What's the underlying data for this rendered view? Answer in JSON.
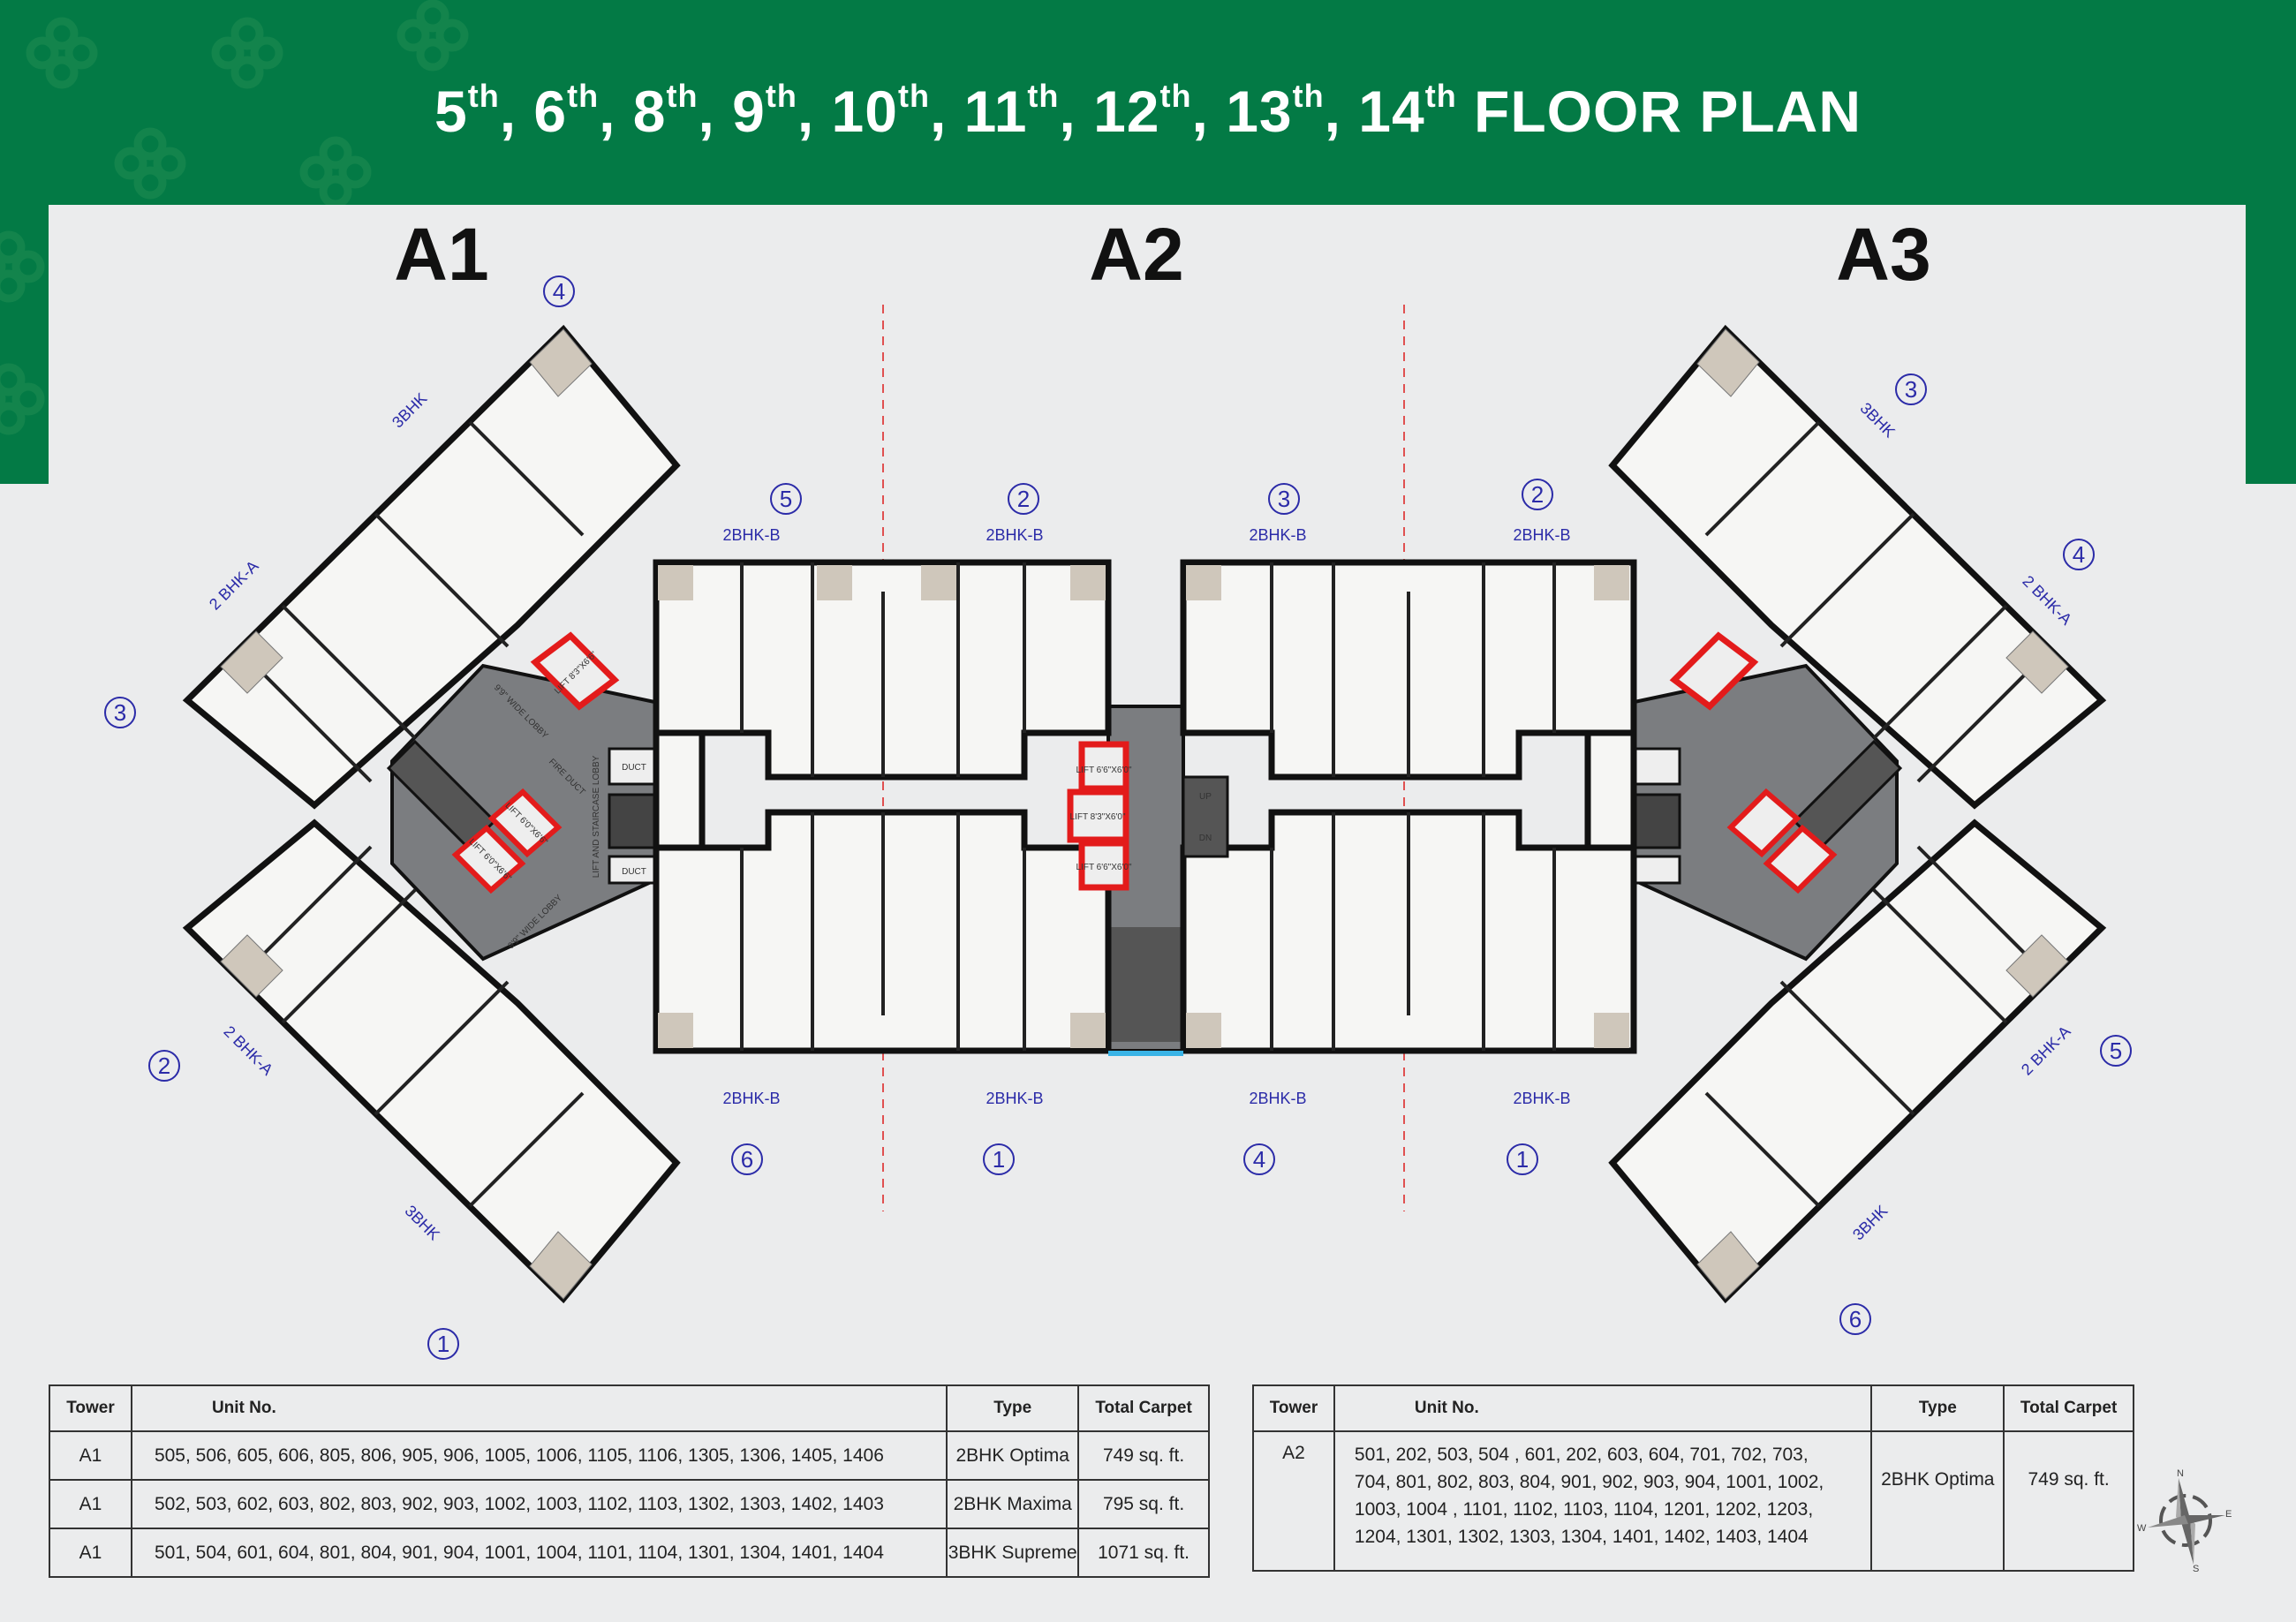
{
  "header": {
    "title_floors": [
      {
        "n": "5",
        "sup": "th"
      },
      {
        "n": "6",
        "sup": "th"
      },
      {
        "n": "8",
        "sup": "th"
      },
      {
        "n": "9",
        "sup": "th"
      },
      {
        "n": "10",
        "sup": "th"
      },
      {
        "n": "11",
        "sup": "th"
      },
      {
        "n": "12",
        "sup": "th"
      },
      {
        "n": "13",
        "sup": "th"
      },
      {
        "n": "14",
        "sup": "th"
      }
    ],
    "title_suffix": "FLOOR PLAN"
  },
  "towers": [
    "A1",
    "A2",
    "A3"
  ],
  "plan_labels": {
    "a1": {
      "u4": "4",
      "u5": "5",
      "u3": "3",
      "u2": "2",
      "u6": "6",
      "u1": "1",
      "type_top": "3BHK",
      "type_upper": "2 BHK-A",
      "type_lower": "2 BHK-A",
      "type_bottom": "3BHK"
    },
    "a2": {
      "top": [
        "2",
        "3",
        "2"
      ],
      "top_left": "5",
      "bottom": [
        "6",
        "1",
        "4",
        "1"
      ],
      "type": "2BHK-B"
    },
    "a3": {
      "u3": "3",
      "u4": "4",
      "u5": "5",
      "u6": "6",
      "type_top": "3BHK",
      "type_upper": "2 BHK-A",
      "type_lower": "2 BHK-A",
      "type_bottom": "3BHK"
    },
    "core": {
      "lift_big": "LIFT 8'3\"X6'6\"",
      "lift_small": "LIFT 6'0\"X6'6\"",
      "lift_a2": "LIFT 6'6\"X6'0\"",
      "lift_a2_mid": "LIFT 8'3\"X6'0\"",
      "lobby": "9'9\" WIDE LOBBY",
      "core_lobby": "LIFT AND STAIRCASE LOBBY",
      "duct": "DUCT",
      "fire_duct": "FIRE DUCT",
      "up": "UP",
      "dn": "DN"
    }
  },
  "table_a1": {
    "headers": [
      "Tower",
      "Unit No.",
      "Type",
      "Total Carpet"
    ],
    "rows": [
      {
        "tower": "A1",
        "units": "505, 506, 605, 606, 805, 806,  905, 906, 1005, 1006,  1105, 1106,  1305, 1306, 1405, 1406",
        "type": "2BHK Optima",
        "carpet": "749 sq. ft."
      },
      {
        "tower": "A1",
        "units": "502, 503, 602, 603, 802, 803,  902, 903, 1002, 1003, 1102, 1103, 1302, 1303, 1402, 1403",
        "type": "2BHK Maxima",
        "carpet": "795 sq. ft."
      },
      {
        "tower": "A1",
        "units": "501, 504, 601, 604, 801, 804,  901, 904, 1001, 1004, 1101, 1104, 1301, 1304, 1401, 1404",
        "type": "3BHK Supreme",
        "carpet": "1071 sq. ft."
      }
    ]
  },
  "table_a2": {
    "headers": [
      "Tower",
      "Unit No.",
      "Type",
      "Total Carpet"
    ],
    "tower": "A2",
    "unit_lines": [
      "501, 202, 503, 504 , 601, 202, 603, 604, 701, 702, 703,",
      "704, 801, 802, 803, 804, 901, 902, 903, 904, 1001, 1002,",
      "1003, 1004 , 1101, 1102,  1103, 1104, 1201, 1202, 1203,",
      "1204, 1301, 1302, 1303, 1304, 1401, 1402, 1403, 1404"
    ],
    "type": "2BHK Optima",
    "carpet": "749 sq. ft."
  },
  "compass": {
    "n": "N",
    "e": "E",
    "s": "S",
    "w": "W"
  },
  "colors": {
    "brand_green": "#037a45",
    "label_blue": "#2b2ba8",
    "lift_red": "#e31b1b",
    "lobby_grey": "#7b7d80"
  }
}
